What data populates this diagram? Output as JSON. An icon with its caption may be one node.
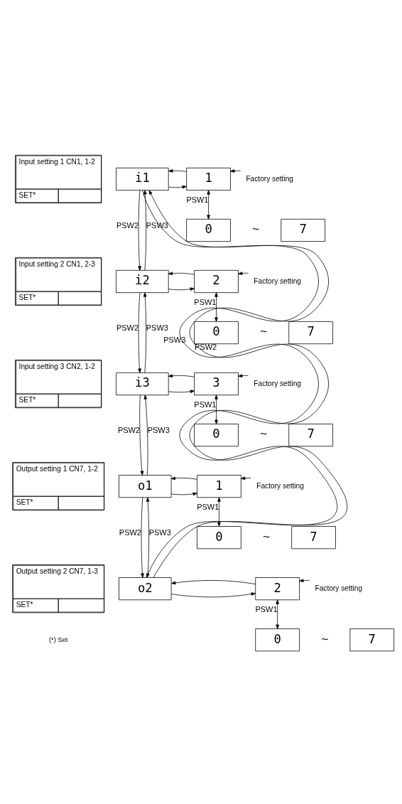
{
  "diagram": {
    "nodes": [
      {
        "text": [
          "Input setting 1 CN1, 1-2",
          "SET*"
        ]
      },
      {
        "text": [
          "i1"
        ]
      },
      {
        "text": [
          "1"
        ]
      },
      {
        "text": [
          "Factory setting"
        ]
      },
      {
        "text": [
          "0"
        ]
      },
      {
        "text": [
          "7"
        ]
      },
      {
        "text": [
          "Input setting 2 CN1, 2-3",
          "SET*"
        ]
      },
      {
        "text": [
          "i2"
        ]
      },
      {
        "text": [
          "2"
        ]
      },
      {
        "text": [
          "Factory setting"
        ]
      },
      {
        "text": [
          "0"
        ]
      },
      {
        "text": [
          "7"
        ]
      },
      {
        "text": [
          "Input setting 3 CN2, 1-2",
          "SET*"
        ]
      },
      {
        "text": [
          "i3"
        ]
      },
      {
        "text": [
          "3"
        ]
      },
      {
        "text": [
          "Factory setting"
        ]
      },
      {
        "text": [
          "0"
        ]
      },
      {
        "text": [
          "7"
        ]
      },
      {
        "text": [
          "Output setting 1 CN7, 1-2",
          "SET*"
        ]
      },
      {
        "text": [
          "o1"
        ]
      },
      {
        "text": [
          "1"
        ]
      },
      {
        "text": [
          "Factory setting"
        ]
      },
      {
        "text": [
          "0"
        ]
      },
      {
        "text": [
          "7"
        ]
      },
      {
        "text": [
          "Output setting 2 CN7, 1-3",
          "SET*"
        ]
      },
      {
        "text": [
          "o2"
        ]
      },
      {
        "text": [
          "2"
        ]
      },
      {
        "text": [
          "Factory setting"
        ]
      },
      {
        "text": [
          "0"
        ]
      },
      {
        "text": [
          "7"
        ]
      }
    ],
    "edges": [
      {
        "from": 1,
        "to": 2,
        "arrow": "to"
      },
      {
        "from": 2,
        "to": 1,
        "arrow": "to"
      },
      {
        "from": 3,
        "to": 2,
        "arrow": "to"
      },
      {
        "from": 2,
        "to": 4,
        "arrow": "both",
        "label": "PSW1"
      },
      {
        "from": 1,
        "to": 7,
        "arrow": "to",
        "label": "PSW2"
      },
      {
        "from": 7,
        "to": 1,
        "arrow": "to",
        "label": "PSW3"
      },
      {
        "from": 7,
        "to": 8,
        "arrow": "to"
      },
      {
        "from": 8,
        "to": 7,
        "arrow": "to"
      },
      {
        "from": 9,
        "to": 8,
        "arrow": "to"
      },
      {
        "from": 8,
        "to": 10,
        "arrow": "both",
        "label": "PSW1"
      },
      {
        "from": 7,
        "to": 13,
        "arrow": "to",
        "label": "PSW2"
      },
      {
        "from": 13,
        "to": 7,
        "arrow": "to",
        "label": "PSW3"
      },
      {
        "from": 13,
        "to": 14,
        "arrow": "to"
      },
      {
        "from": 14,
        "to": 13,
        "arrow": "to"
      },
      {
        "from": 15,
        "to": 14,
        "arrow": "to"
      },
      {
        "from": 14,
        "to": 16,
        "arrow": "both",
        "label": "PSW1"
      },
      {
        "from": 13,
        "to": 19,
        "arrow": "to",
        "label": "PSW2"
      },
      {
        "from": 19,
        "to": 13,
        "arrow": "to",
        "label": "PSW3"
      },
      {
        "from": 19,
        "to": 20,
        "arrow": "to"
      },
      {
        "from": 20,
        "to": 19,
        "arrow": "to"
      },
      {
        "from": 21,
        "to": 20,
        "arrow": "to"
      },
      {
        "from": 20,
        "to": 22,
        "arrow": "both",
        "label": "PSW1"
      },
      {
        "from": 19,
        "to": 25,
        "arrow": "to",
        "label": "PSW2"
      },
      {
        "from": 25,
        "to": 19,
        "arrow": "to",
        "label": "PSW3"
      },
      {
        "from": 25,
        "to": 26,
        "arrow": "to"
      },
      {
        "from": 26,
        "to": 25,
        "arrow": "to"
      },
      {
        "from": 27,
        "to": 26,
        "arrow": "to"
      },
      {
        "from": 26,
        "to": 28,
        "arrow": "both",
        "label": "PSW1"
      },
      {
        "from": 25,
        "to": 1,
        "arrow": "to",
        "label": "PSW2"
      },
      {
        "from": 1,
        "to": 25,
        "arrow": "to",
        "label": "PSW3"
      }
    ],
    "labels": [
      "~",
      "~",
      "~",
      "~",
      "~",
      "(*) Set"
    ]
  }
}
